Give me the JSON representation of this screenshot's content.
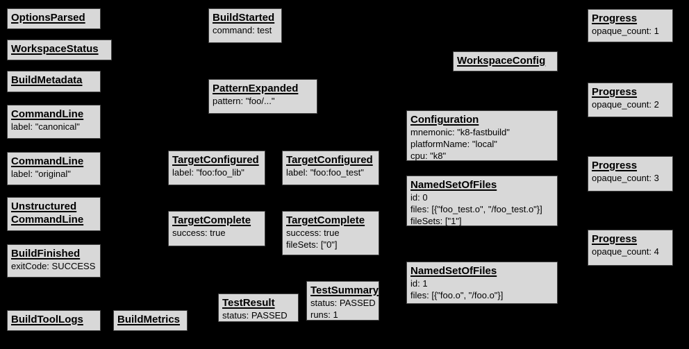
{
  "diagram": {
    "description": "Build event protocol graph: event nodes on black background",
    "background_color": "#000000",
    "node_fill_color": "#d8d8d8",
    "node_border_color": "#444444",
    "node_text_color": "#000000"
  },
  "nodes": [
    {
      "title": "OptionsParsed",
      "body": ""
    },
    {
      "title": "WorkspaceStatus",
      "body": ""
    },
    {
      "title": "BuildMetadata",
      "body": ""
    },
    {
      "title": "CommandLine",
      "body": "label: \"canonical\""
    },
    {
      "title": "CommandLine",
      "body": "label: \"original\""
    },
    {
      "title": "Unstructured\nCommandLine",
      "body": ""
    },
    {
      "title": "BuildFinished",
      "body": "exitCode: SUCCESS"
    },
    {
      "title": "BuildToolLogs",
      "body": ""
    },
    {
      "title": "BuildMetrics",
      "body": ""
    },
    {
      "title": "BuildStarted",
      "body": "command: test"
    },
    {
      "title": "PatternExpanded",
      "body": "pattern: \"foo/...\""
    },
    {
      "title": "TargetConfigured",
      "body": "label: \"foo:foo_lib\""
    },
    {
      "title": "TargetConfigured",
      "body": "label: \"foo:foo_test\""
    },
    {
      "title": "TargetComplete",
      "body": "success: true"
    },
    {
      "title": "TargetComplete",
      "body": "success: true\nfileSets: [\"0\"]"
    },
    {
      "title": "TestResult",
      "body": "status: PASSED"
    },
    {
      "title": "TestSummary",
      "body": "status: PASSED\nruns: 1"
    },
    {
      "title": "WorkspaceConfig",
      "body": ""
    },
    {
      "title": "Configuration",
      "body": "mnemonic: \"k8-fastbuild\"\nplatformName: \"local\"\ncpu: \"k8\""
    },
    {
      "title": "NamedSetOfFiles",
      "body": "id: 0\nfiles: [{\"foo_test.o\", \"/foo_test.o\"}]\nfileSets: [\"1\"]"
    },
    {
      "title": "NamedSetOfFiles",
      "body": "id: 1\nfiles: [{\"foo.o\", \"/foo.o\"}]"
    },
    {
      "title": "Progress",
      "body": "opaque_count: 1"
    },
    {
      "title": "Progress",
      "body": "opaque_count: 2"
    },
    {
      "title": "Progress",
      "body": "opaque_count: 3"
    },
    {
      "title": "Progress",
      "body": "opaque_count: 4"
    }
  ]
}
